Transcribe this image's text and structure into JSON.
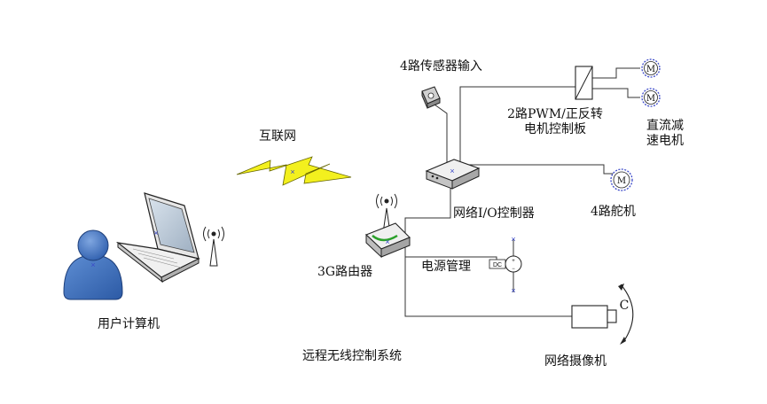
{
  "labels": {
    "internet": "互联网",
    "user_computer": "用户计算机",
    "router_3g": "3G路由器",
    "system_title": "远程无线控制系统",
    "sensor_input": "4路传感器输入",
    "pwm_board_line1": "2路PWM/正反转",
    "pwm_board_line2": "电机控制板",
    "dc_motor_line1": "直流减",
    "dc_motor_line2": "速电机",
    "io_controller": "网络I/O控制器",
    "servo": "4路舵机",
    "power": "电源管理",
    "camera": "网络摄像机"
  },
  "symbols": {
    "motor_letter": "M",
    "camera_letter": "C",
    "dc_tag": "DC"
  },
  "colors": {
    "line": "#333333",
    "person_blue": "#3a6fbd",
    "lightning": "#f3f01e",
    "motor_ring": "#3b49c9",
    "marker": "#3b49c9"
  },
  "icons": {
    "user": "person-icon",
    "laptop": "laptop-icon",
    "antenna": "antenna-icon",
    "lightning": "lightning-bolt-icon",
    "router": "router-icon",
    "sensor": "sensor-icon",
    "controller": "controller-box-icon",
    "board": "driver-board-icon",
    "motor": "motor-icon",
    "power_source": "dc-source-icon",
    "camera": "camera-icon"
  }
}
